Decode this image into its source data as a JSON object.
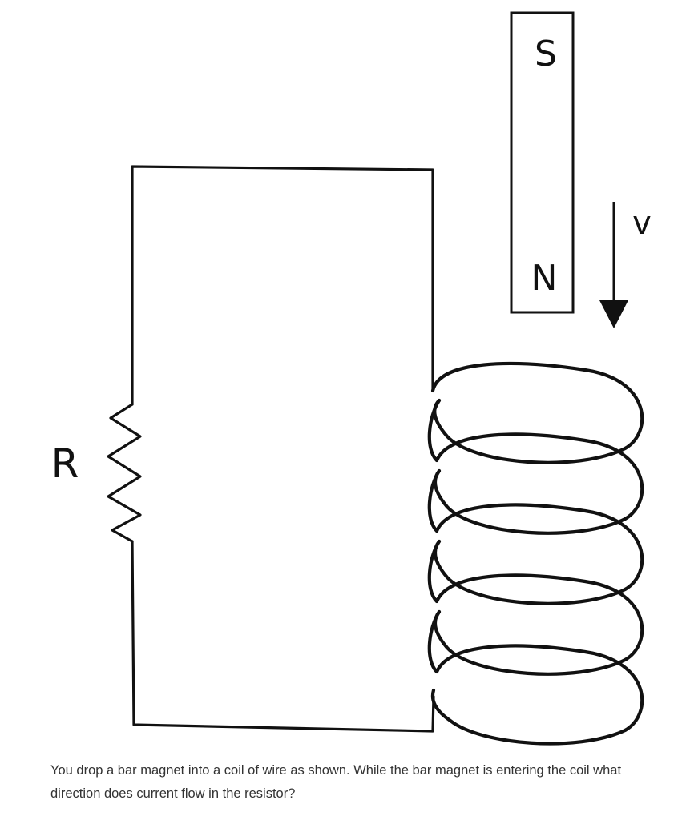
{
  "diagram": {
    "magnet": {
      "top_pole": "S",
      "bottom_pole": "N"
    },
    "velocity_label": "v",
    "resistor_label": "R"
  },
  "question": {
    "text": "You drop a bar magnet into a coil of wire as shown. While the bar magnet is entering the coil what direction does current flow in the resistor?"
  }
}
